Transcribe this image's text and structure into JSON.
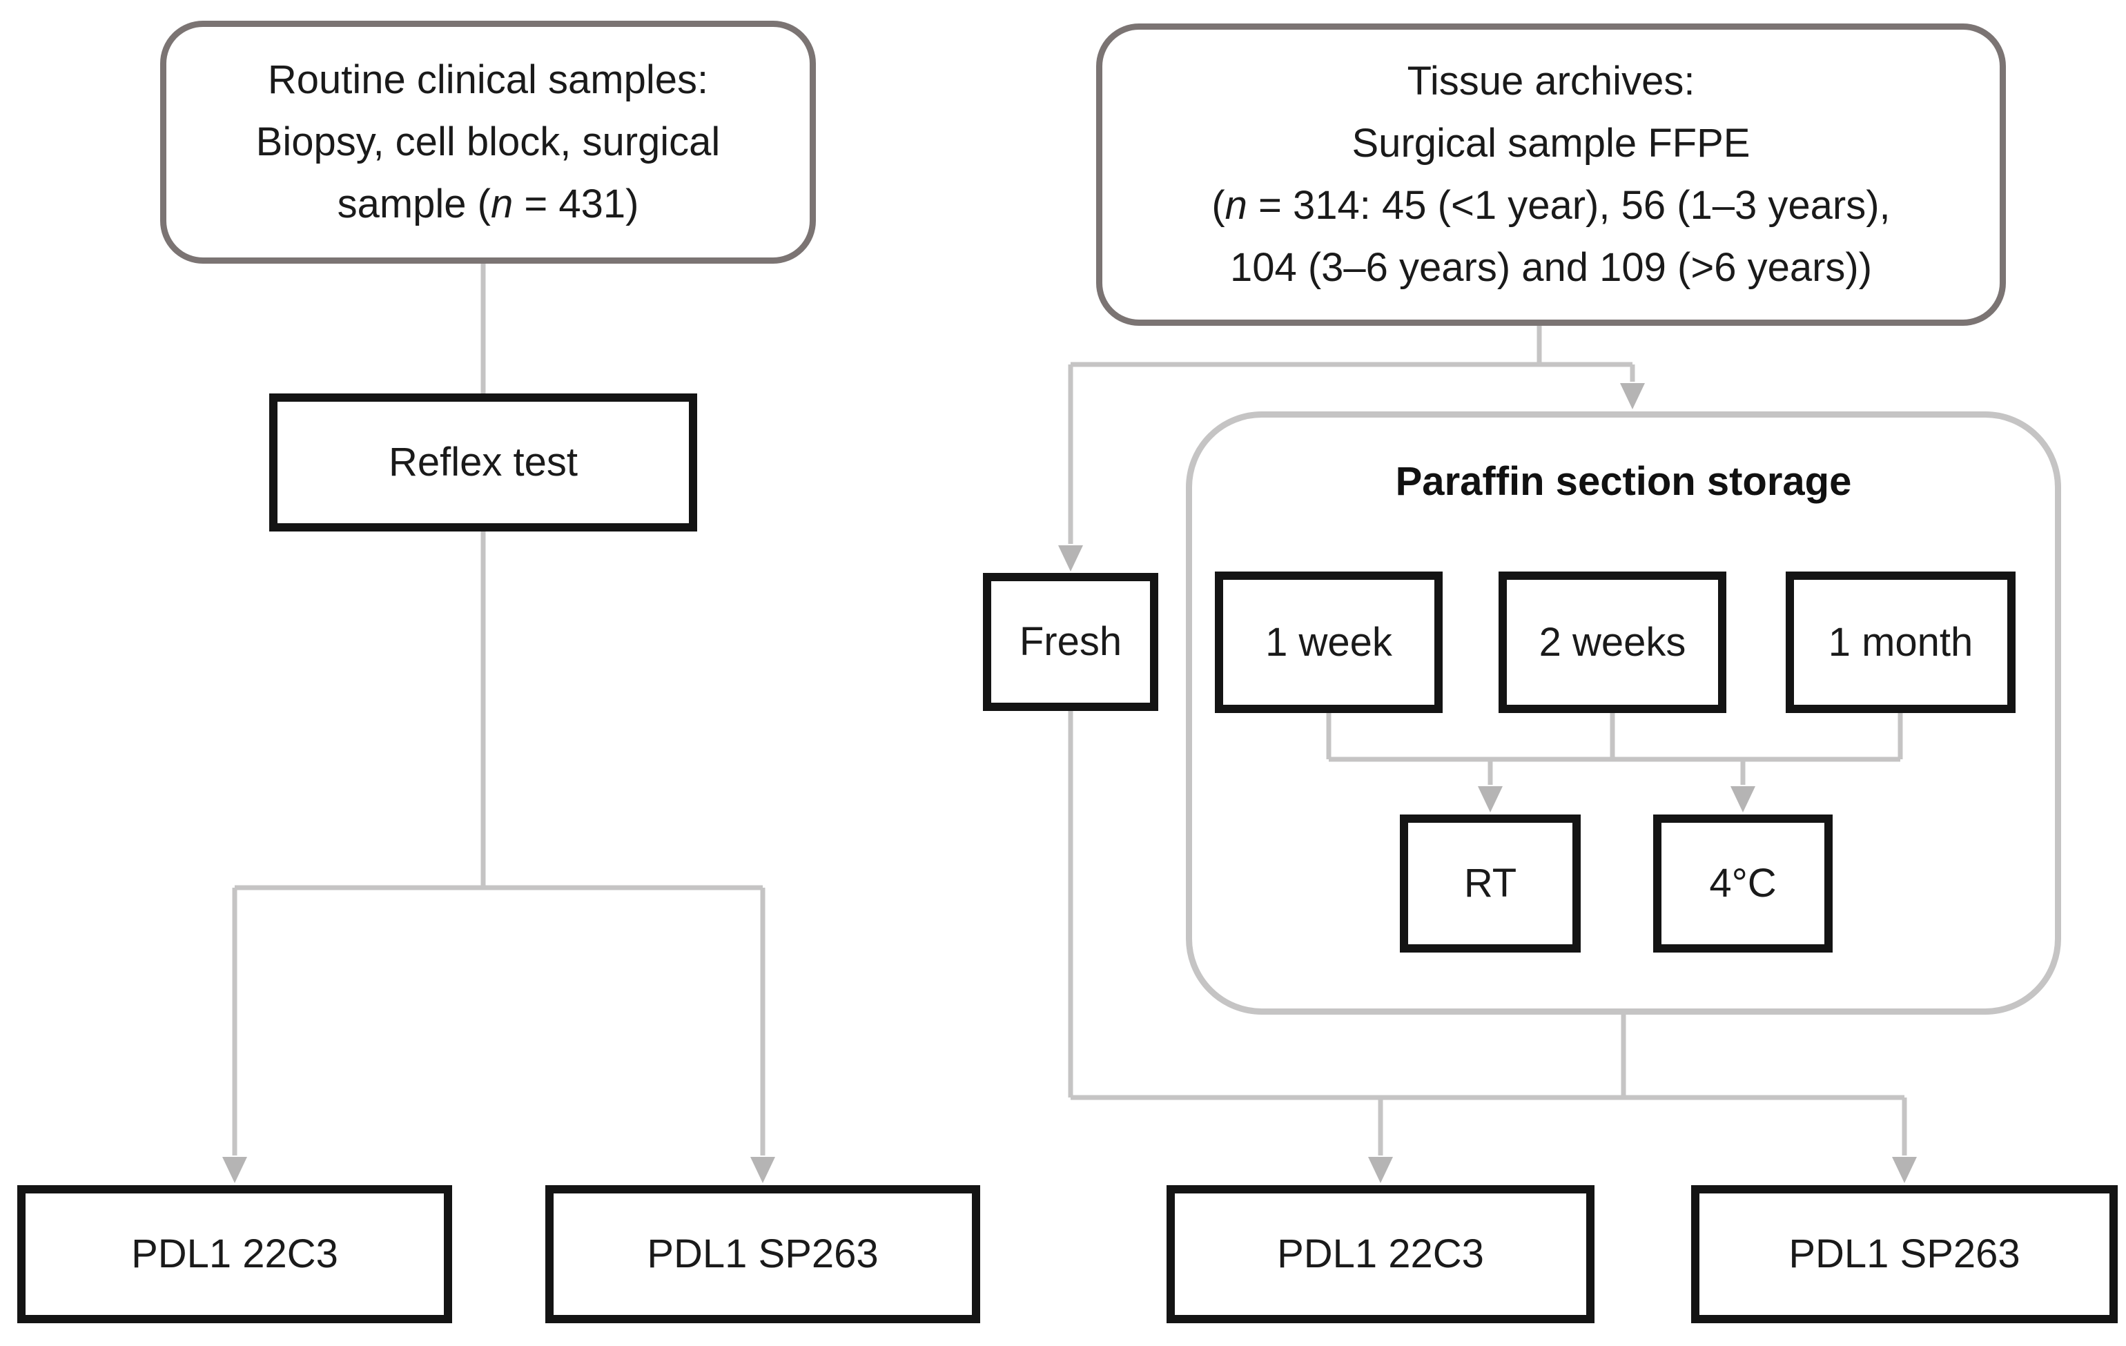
{
  "diagram": {
    "left_branch": {
      "source_box": {
        "line1": "Routine clinical samples:",
        "line2": "Biopsy, cell block, surgical",
        "line3_pre": "sample (",
        "line3_italic": "n",
        "line3_post": " = 431)"
      },
      "reflex_box": {
        "label": "Reflex test"
      },
      "pdl1_22c3": {
        "label": "PDL1 22C3"
      },
      "pdl1_sp263": {
        "label": "PDL1 SP263"
      }
    },
    "right_branch": {
      "source_box": {
        "line1": "Tissue archives:",
        "line2": "Surgical sample FFPE",
        "line3_pre": "(",
        "line3_italic": "n",
        "line3_post": " = 314: 45 (<1 year), 56 (1–3 years),",
        "line4": "104 (3–6 years) and 109 (>6 years))"
      },
      "fresh_box": {
        "label": "Fresh"
      },
      "storage_container": {
        "title": "Paraffin section storage"
      },
      "week1_box": {
        "label": "1 week"
      },
      "week2_box": {
        "label": "2 weeks"
      },
      "month1_box": {
        "label": "1 month"
      },
      "rt_box": {
        "label": "RT"
      },
      "cold_box": {
        "label": "4°C"
      },
      "pdl1_22c3": {
        "label": "PDL1 22C3"
      },
      "pdl1_sp263": {
        "label": "PDL1 SP263"
      }
    },
    "colors": {
      "rounded_box_border": "#7b7473",
      "black_box_border": "#141414",
      "connector_line": "#c5c4c4",
      "arrowhead": "#b5b4b4",
      "text": "#1a1a1a",
      "background": "#ffffff"
    }
  }
}
